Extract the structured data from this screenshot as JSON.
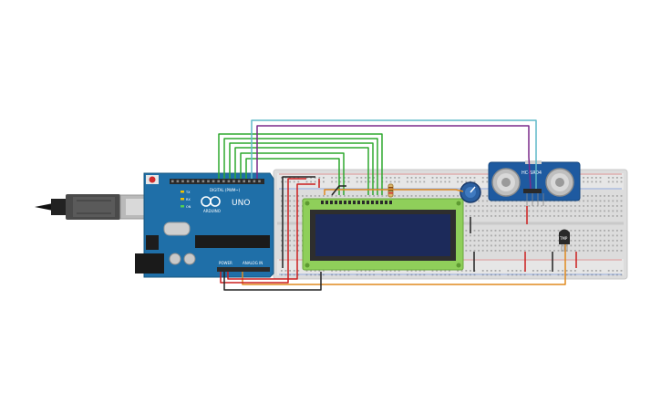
{
  "arduino": {
    "brand": "UNO",
    "logo_text": "ARDUINO",
    "digital_label": "DIGITAL (PWM~)",
    "power_label": "POWER",
    "analog_label": "ANALOG IN",
    "tx_label": "TX",
    "rx_label": "RX",
    "on_label": "ON"
  },
  "sensor": {
    "model": "HC-SR04"
  },
  "temp_sensor": {
    "label": "TMP"
  },
  "colors": {
    "arduino_board": "#1f6fa8",
    "breadboard": "#dedede",
    "lcd_pcb": "#8fcf5a",
    "lcd_screen": "#1c2a5a",
    "sensor_board": "#1e5aa0",
    "wire_green": "#2fa82f",
    "wire_purple": "#7a2a8a",
    "wire_teal": "#5fb8c8",
    "wire_orange": "#e08a1e",
    "wire_red": "#cc1f1f",
    "wire_black": "#222222"
  }
}
